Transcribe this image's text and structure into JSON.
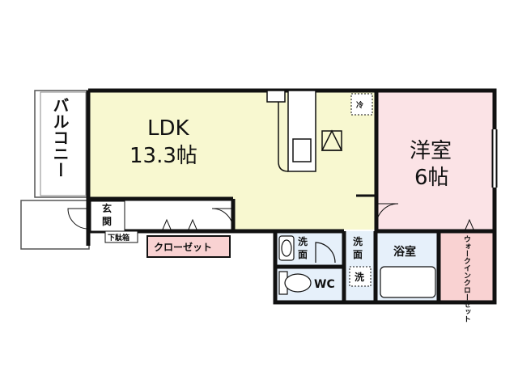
{
  "floorplan": {
    "balcony": "バルコニー",
    "ldk": {
      "name": "LDK",
      "size": "13.3帖"
    },
    "western_room": {
      "name": "洋室",
      "size": "6帖"
    },
    "entrance": "玄関",
    "shoe_box": "下駄箱",
    "closet": "クローゼット",
    "washroom": "洗面",
    "washroom_2": "洗面",
    "toilet": "WC",
    "bathroom": "浴室",
    "walk_in_closet": "ウォークインクローゼット",
    "fridge": "冷",
    "washer": "洗"
  },
  "colors": {
    "wall": "#111111",
    "ldk_fill": "#f8f8d0",
    "western_fill": "#fbe3e6",
    "closet_fill": "#f9d2d2",
    "wet_fill": "#e6f0fa",
    "white": "#ffffff"
  }
}
